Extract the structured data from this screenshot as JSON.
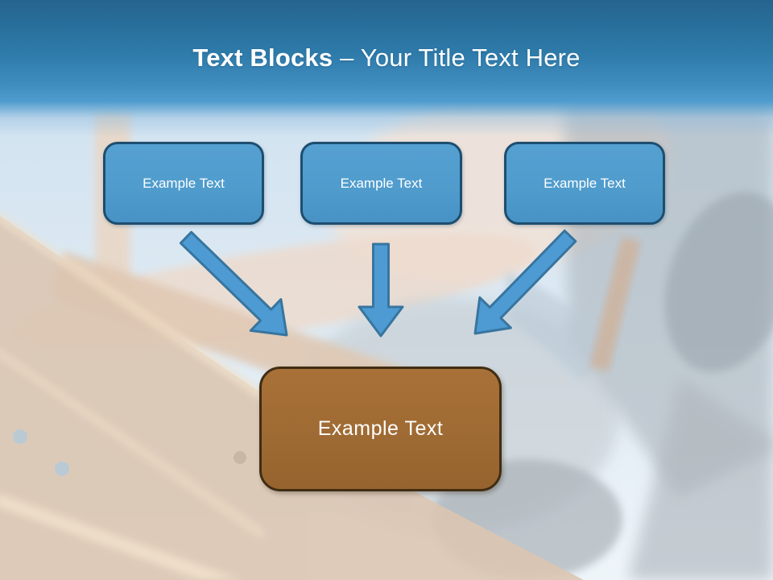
{
  "slide": {
    "title": {
      "bold_part": "Text Blocks",
      "regular_part": " – Your Title Text Here"
    },
    "source_boxes": [
      {
        "label": "Example Text"
      },
      {
        "label": "Example Text"
      },
      {
        "label": "Example Text"
      }
    ],
    "target_box": {
      "label": "Example Text"
    }
  },
  "colors": {
    "band_top": "#25648e",
    "band_bottom": "#4f9cce",
    "accent_blue": "#4f9ccd",
    "box_border": "#1d4e6f",
    "arrow_fill": "#4e9bd3",
    "arrow_stroke": "#37759f",
    "accent_brown": "#9e6a33",
    "brown_border": "#402d13",
    "title_text": "#ffffff"
  }
}
